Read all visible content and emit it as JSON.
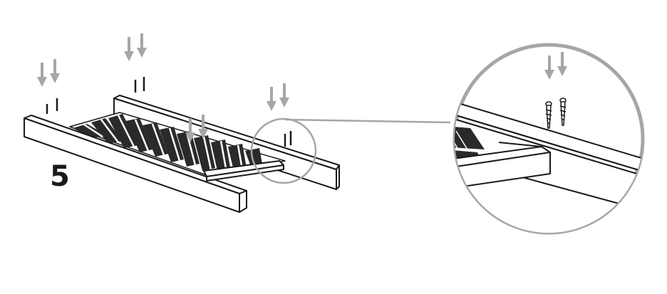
{
  "step": {
    "number": "5"
  },
  "colors": {
    "line": "#1a1a1a",
    "arrow": "#a6a6a6",
    "callout": "#a6a6a6",
    "background": "#ffffff"
  },
  "parts": {
    "fastener": "screw",
    "fasteners_per_location": 2,
    "insertion_points": 5
  }
}
